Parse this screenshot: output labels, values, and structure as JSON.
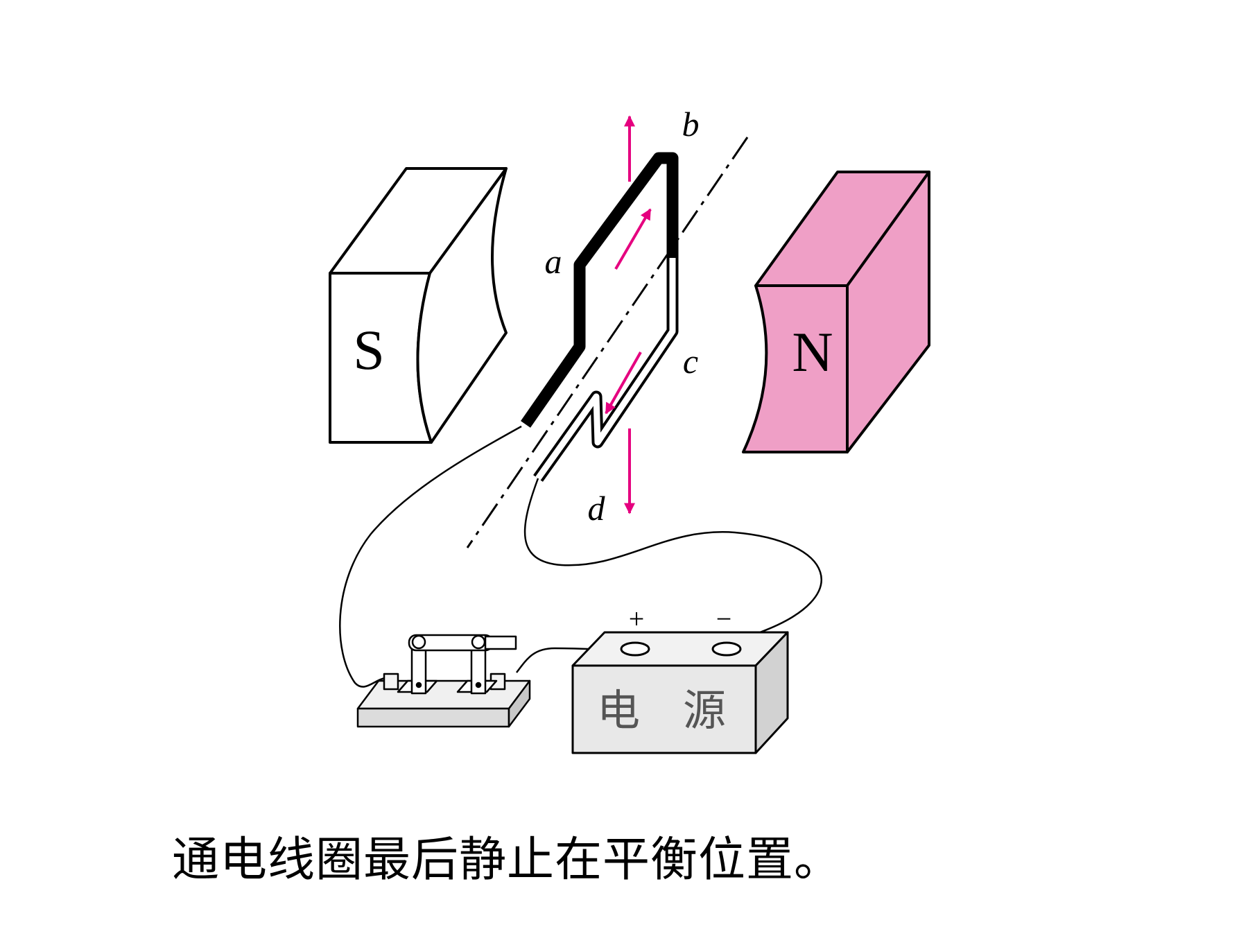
{
  "labels": {
    "magnet_s": "S",
    "magnet_n": "N",
    "coil_a": "a",
    "coil_b": "b",
    "coil_c": "c",
    "coil_d": "d",
    "battery_plus": "+",
    "battery_minus": "−",
    "battery_label_1": "电",
    "battery_label_2": "源"
  },
  "caption": "通电线圈最后静止在平衡位置。",
  "colors": {
    "magnet_n_fill": "#ef9fc6",
    "arrow_magenta": "#e5007f",
    "battery_fill": "#e8e8e8"
  }
}
